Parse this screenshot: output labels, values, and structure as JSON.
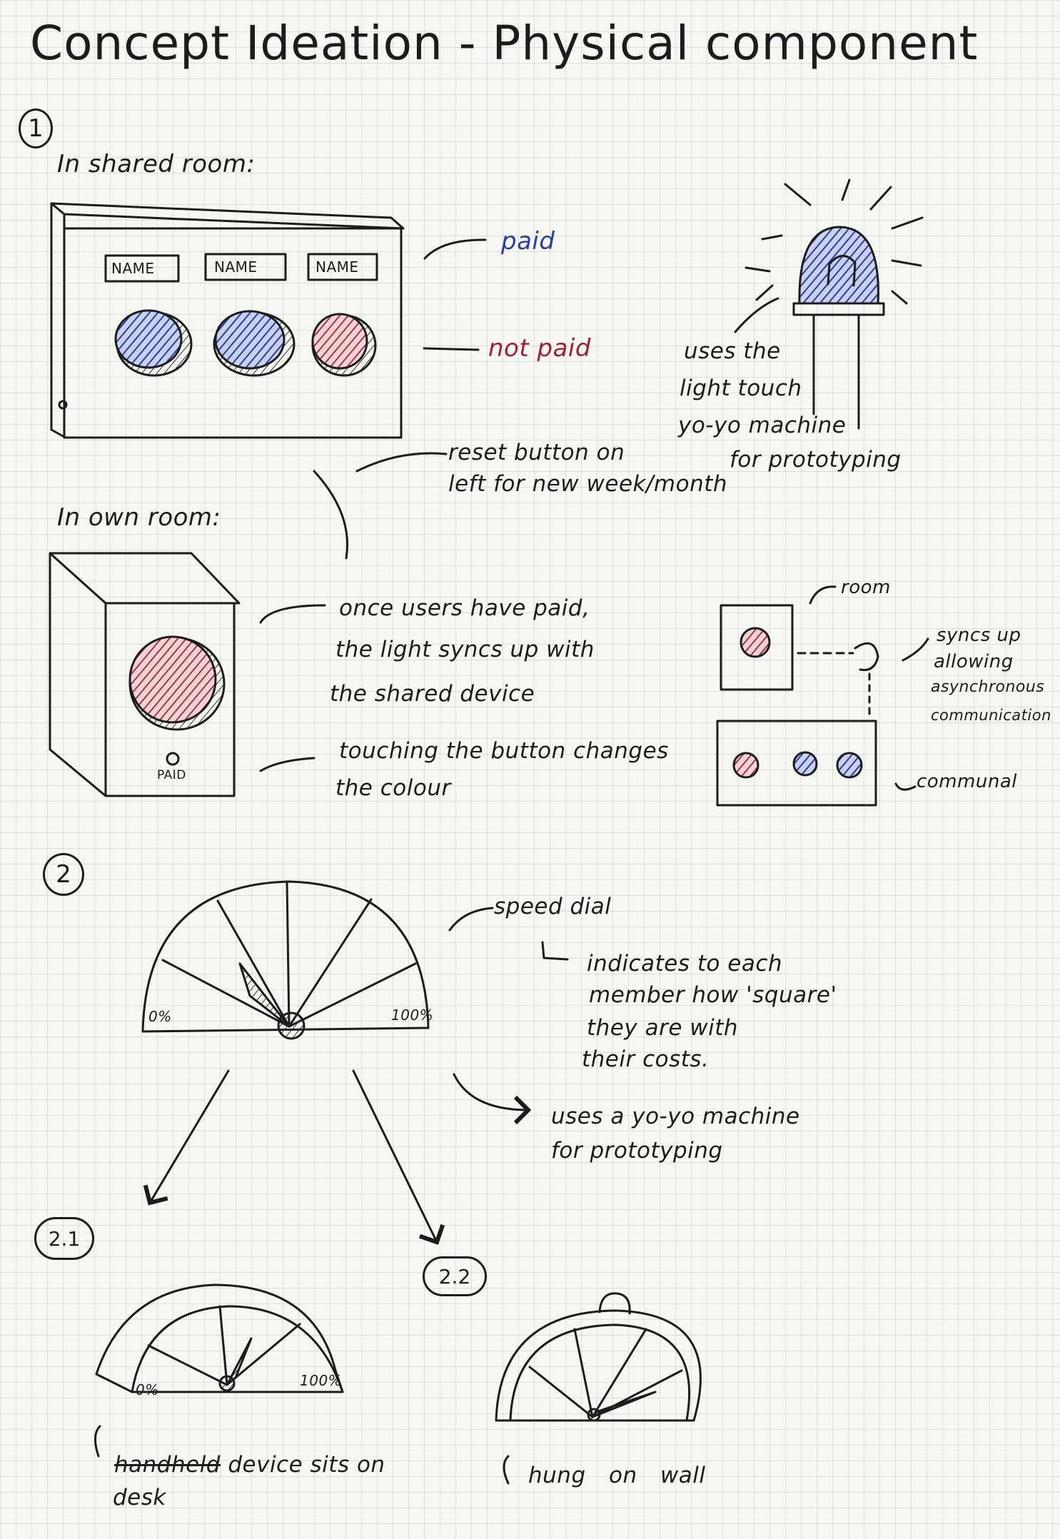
{
  "title": "Concept Ideation - Physical component",
  "colors": {
    "ink": "#1c1c1c",
    "paid_blue": "#2a3f9c",
    "not_paid_red": "#9c2233"
  },
  "section1": {
    "number": "1",
    "shared_heading": "In shared room:",
    "name_tags": [
      "NAME",
      "NAME",
      "NAME"
    ],
    "paid_label": "paid",
    "not_paid_label": "not paid",
    "led_note": [
      "uses the",
      "light touch",
      "yo-yo machine",
      "for prototyping"
    ],
    "reset_note": [
      "reset button on",
      "left for new week/month"
    ],
    "own_heading": "In own room:",
    "paid_button_label": "PAID",
    "sync_note": [
      "once users have paid,",
      "the light syncs up with",
      "the shared device"
    ],
    "touch_note": [
      "touching the button changes",
      "the colour"
    ],
    "room_label": "room",
    "syncs_note": [
      "syncs up",
      "allowing",
      "asynchronous",
      "communication"
    ],
    "communal_label": "communal"
  },
  "section2": {
    "number": "2",
    "dial_label": "speed dial",
    "scale_min": "0%",
    "scale_max": "100%",
    "indicates_note": [
      "indicates to each",
      "member how 'square'",
      "they are with",
      "their costs."
    ],
    "yoyo_note": [
      "uses a yo-yo machine",
      "for prototyping"
    ]
  },
  "section21": {
    "number": "2.1",
    "scale_min": "0%",
    "scale_max": "100%",
    "struck_word": "handheld",
    "caption_rest": "device sits on",
    "caption_line2": "desk"
  },
  "section22": {
    "number": "2.2",
    "caption": "hung on wall"
  }
}
